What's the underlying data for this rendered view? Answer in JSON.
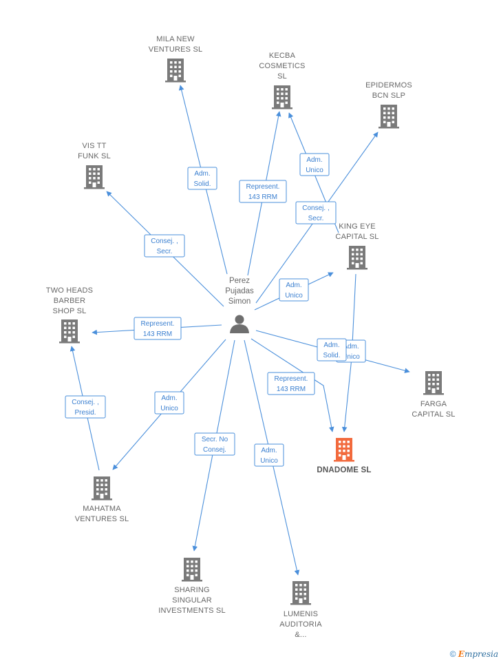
{
  "person": {
    "name_lines": [
      "Perez",
      "Pujadas",
      "Simon"
    ]
  },
  "companies": [
    {
      "id": "mila",
      "lines": [
        "MILA NEW",
        "VENTURES  SL"
      ],
      "main": false
    },
    {
      "id": "kecba",
      "lines": [
        "KECBA",
        "COSMETICS",
        "SL"
      ],
      "main": false
    },
    {
      "id": "epidermos",
      "lines": [
        "EPIDERMOS",
        "BCN  SLP"
      ],
      "main": false
    },
    {
      "id": "vistt",
      "lines": [
        "VIS TT",
        "FUNK SL"
      ],
      "main": false
    },
    {
      "id": "kingeye",
      "lines": [
        "KING EYE",
        "CAPITAL  SL"
      ],
      "main": false
    },
    {
      "id": "twoheads",
      "lines": [
        "TWO HEADS",
        "BARBER",
        "SHOP  SL"
      ],
      "main": false
    },
    {
      "id": "farga",
      "lines": [
        "FARGA",
        "CAPITAL  SL"
      ],
      "main": false
    },
    {
      "id": "dnadome",
      "lines": [
        "DNADOME  SL"
      ],
      "main": true
    },
    {
      "id": "mahatma",
      "lines": [
        "MAHATMA",
        "VENTURES  SL"
      ],
      "main": false
    },
    {
      "id": "sharing",
      "lines": [
        "SHARING",
        "SINGULAR",
        "INVESTMENTS SL"
      ],
      "main": false
    },
    {
      "id": "lumenis",
      "lines": [
        "LUMENIS",
        "AUDITORIA",
        "&..."
      ],
      "main": false
    }
  ],
  "relations": [
    {
      "id": "r-mila",
      "lines": [
        "Adm.",
        "Solid."
      ]
    },
    {
      "id": "r-kecba",
      "lines": [
        "Represent.",
        "143 RRM"
      ]
    },
    {
      "id": "r-kingeye-kecba",
      "lines": [
        "Adm.",
        "Unico"
      ]
    },
    {
      "id": "r-epidermos",
      "lines": [
        "Consej. ,",
        "Secr."
      ]
    },
    {
      "id": "r-vistt",
      "lines": [
        "Consej. ,",
        "Secr."
      ]
    },
    {
      "id": "r-kingeye",
      "lines": [
        "Adm.",
        "Unico"
      ]
    },
    {
      "id": "r-twoheads",
      "lines": [
        "Represent.",
        "143 RRM"
      ]
    },
    {
      "id": "r-kingeye-dnadome",
      "lines": [
        "Adm.",
        "Unico"
      ]
    },
    {
      "id": "r-farga",
      "lines": [
        "Adm.",
        "Solid."
      ]
    },
    {
      "id": "r-dnadome",
      "lines": [
        "Represent.",
        "143 RRM"
      ]
    },
    {
      "id": "r-mahatma",
      "lines": [
        "Adm.",
        "Unico"
      ]
    },
    {
      "id": "r-mahatma-twoheads",
      "lines": [
        "Consej. ,",
        "Presid."
      ]
    },
    {
      "id": "r-sharing",
      "lines": [
        "Secr.  No",
        "Consej."
      ]
    },
    {
      "id": "r-lumenis",
      "lines": [
        "Adm.",
        "Unico"
      ]
    }
  ],
  "colors": {
    "edge": "#4a8fdb",
    "building": "#7a7a7a",
    "main_building": "#f26a3d",
    "person": "#6e6e6e"
  },
  "watermark": {
    "symbol": "©",
    "brand_first": "E",
    "brand_rest": "mpresia"
  }
}
